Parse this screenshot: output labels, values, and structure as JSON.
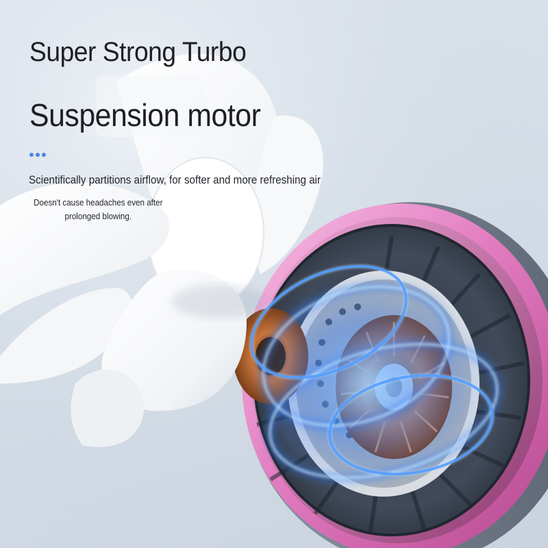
{
  "headline": {
    "line1": "Super Strong Turbo",
    "line2": "Suspension motor"
  },
  "subtitle": "Scientifically partitions airflow, for softer and more refreshing air",
  "note": {
    "line1": "Doesn't cause headaches even after",
    "line2": "prolonged blowing."
  },
  "colors": {
    "background": "#d8e0e9",
    "headline_text": "#1d1f23",
    "accent_dots": "#4a86e8",
    "ring_pink": "#e27cc0",
    "airflow_blue": "#2f7bff",
    "motor_copper": "#c8743a"
  },
  "decor": {
    "dots_icon": "three-blue-dots",
    "fan_icon": "white-fan-blades",
    "motor_icon": "turbo-motor-with-blue-airflow"
  }
}
